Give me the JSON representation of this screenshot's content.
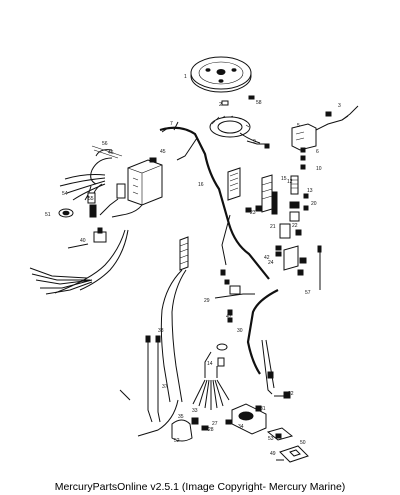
{
  "callouts": [
    {
      "key": "c1",
      "text": "1"
    },
    {
      "key": "c2",
      "text": "2"
    },
    {
      "key": "c3",
      "text": "3"
    },
    {
      "key": "c5",
      "text": "5"
    },
    {
      "key": "c6",
      "text": "6"
    },
    {
      "key": "c7",
      "text": "7"
    },
    {
      "key": "c9",
      "text": "9"
    },
    {
      "key": "c10",
      "text": "10"
    },
    {
      "key": "c12",
      "text": "12"
    },
    {
      "key": "c13",
      "text": "13"
    },
    {
      "key": "c14",
      "text": "14"
    },
    {
      "key": "c15",
      "text": "15"
    },
    {
      "key": "c16",
      "text": "16"
    },
    {
      "key": "c20",
      "text": "20"
    },
    {
      "key": "c21",
      "text": "21"
    },
    {
      "key": "c22",
      "text": "22"
    },
    {
      "key": "c23",
      "text": "23"
    },
    {
      "key": "c24",
      "text": "24"
    },
    {
      "key": "c27",
      "text": "27"
    },
    {
      "key": "c28",
      "text": "28"
    },
    {
      "key": "c29",
      "text": "29"
    },
    {
      "key": "c30",
      "text": "30"
    },
    {
      "key": "c31",
      "text": "31"
    },
    {
      "key": "c32",
      "text": "32"
    },
    {
      "key": "c33",
      "text": "33"
    },
    {
      "key": "c34",
      "text": "34"
    },
    {
      "key": "c35",
      "text": "35"
    },
    {
      "key": "c37",
      "text": "37"
    },
    {
      "key": "c38",
      "text": "38"
    },
    {
      "key": "c40",
      "text": "40"
    },
    {
      "key": "c42",
      "text": "42"
    },
    {
      "key": "c43",
      "text": "43"
    },
    {
      "key": "c45",
      "text": "45"
    },
    {
      "key": "c46",
      "text": "46"
    },
    {
      "key": "c47",
      "text": "47"
    },
    {
      "key": "c49",
      "text": "49"
    },
    {
      "key": "c50",
      "text": "50"
    },
    {
      "key": "c51",
      "text": "51"
    },
    {
      "key": "c52",
      "text": "52"
    },
    {
      "key": "c53",
      "text": "53"
    },
    {
      "key": "c54",
      "text": "54"
    },
    {
      "key": "c55",
      "text": "55"
    },
    {
      "key": "c56",
      "text": "56"
    },
    {
      "key": "c57",
      "text": "57"
    },
    {
      "key": "c58",
      "text": "58"
    }
  ],
  "footer": {
    "text": "MercuryPartsOnline v2.5.1 (Image Copyright- Mercury Marine)"
  }
}
